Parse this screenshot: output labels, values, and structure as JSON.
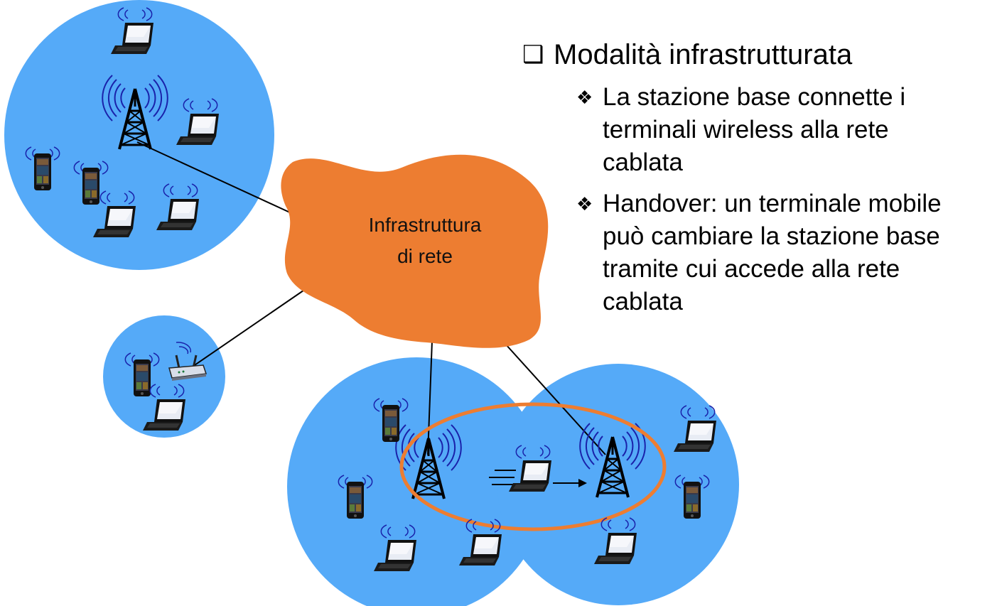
{
  "cloud": {
    "line1": "Infrastruttura",
    "line2": "di rete"
  },
  "bullets": {
    "main_marker": "❑",
    "main": "Modalità infrastrutturata",
    "sub_marker": "❖",
    "sub": [
      "La stazione base connette i terminali wireless alla rete cablata",
      "Handover: un terminale mobile può cambiare la stazione base tramite cui accede alla rete cablata"
    ]
  },
  "colors": {
    "cell": "#55aaf8",
    "cloud": "#ed7d31",
    "handover_ring": "#ed7d31",
    "waves": "#1a22aa",
    "tower": "#000000",
    "links": "#000000"
  },
  "icons": [
    "cell-tower-icon",
    "laptop-icon",
    "smartphone-icon",
    "wifi-router-icon",
    "wireless-waves-icon"
  ]
}
